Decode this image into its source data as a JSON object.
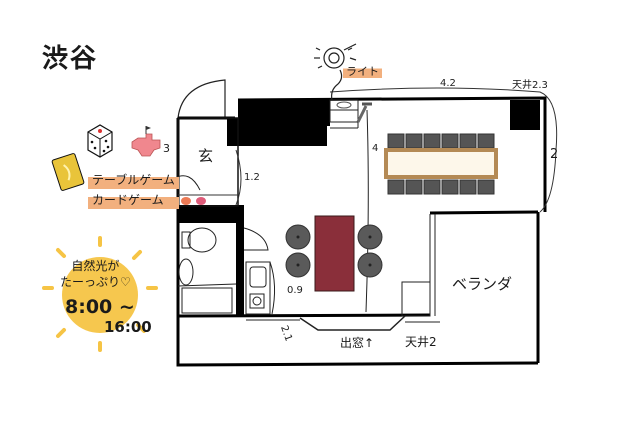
{
  "title": "渋谷",
  "light": {
    "label": "ライト",
    "icon": "ceiling-light-icon"
  },
  "games": {
    "labels": [
      "テーブルゲーム",
      "カードゲーム"
    ],
    "icons": [
      "card-icon",
      "dice-icon",
      "meeple-icon"
    ]
  },
  "sunlight": {
    "line1": "自然光が",
    "line2": "たーっぷり♡",
    "time_start": "8:00 ~",
    "time_end": "16:00",
    "colors": {
      "sun": "#f6c445",
      "rays": "#f6c445"
    }
  },
  "rooms": {
    "entrance": "玄",
    "veranda": "ベランダ",
    "exit_window": "出窓↑"
  },
  "dimensions": {
    "top_width": "4.2",
    "ceiling_high": "天井2.3",
    "right_depth": "2",
    "main_depth": "4",
    "entrance_width": "1.2",
    "kitchen_width": "0.9",
    "bottom_width": "2.1",
    "ceiling_low": "天井2"
  },
  "colors": {
    "wall": "#000000",
    "dining_table": "#8a2f3a",
    "long_table": "#fdf7ea",
    "long_table_border": "#b48a55",
    "chairs": "#555555",
    "highlight": "#f2b07e",
    "meeple": "#f0878e",
    "card": "#e9c43a"
  }
}
